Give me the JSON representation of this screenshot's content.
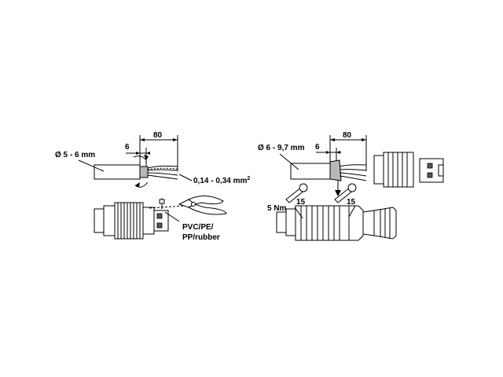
{
  "left_assembly": {
    "cable_diameter": "Ø 5 - 6 mm",
    "strip_length_short": "6",
    "strip_length_long": "80",
    "wire_cross_section": "0,14 - 0,34 mm",
    "wire_cross_section_unit_sup": "2",
    "insulation_material_line1": "PVC/PE/",
    "insulation_material_line2": "PP/rubber"
  },
  "right_assembly": {
    "cable_diameter": "Ø 6 - 9,7 mm",
    "strip_length_short": "6",
    "strip_length_long": "80",
    "torque": "5 Nm",
    "wrench_size_a": "15",
    "wrench_size_b": "15"
  }
}
